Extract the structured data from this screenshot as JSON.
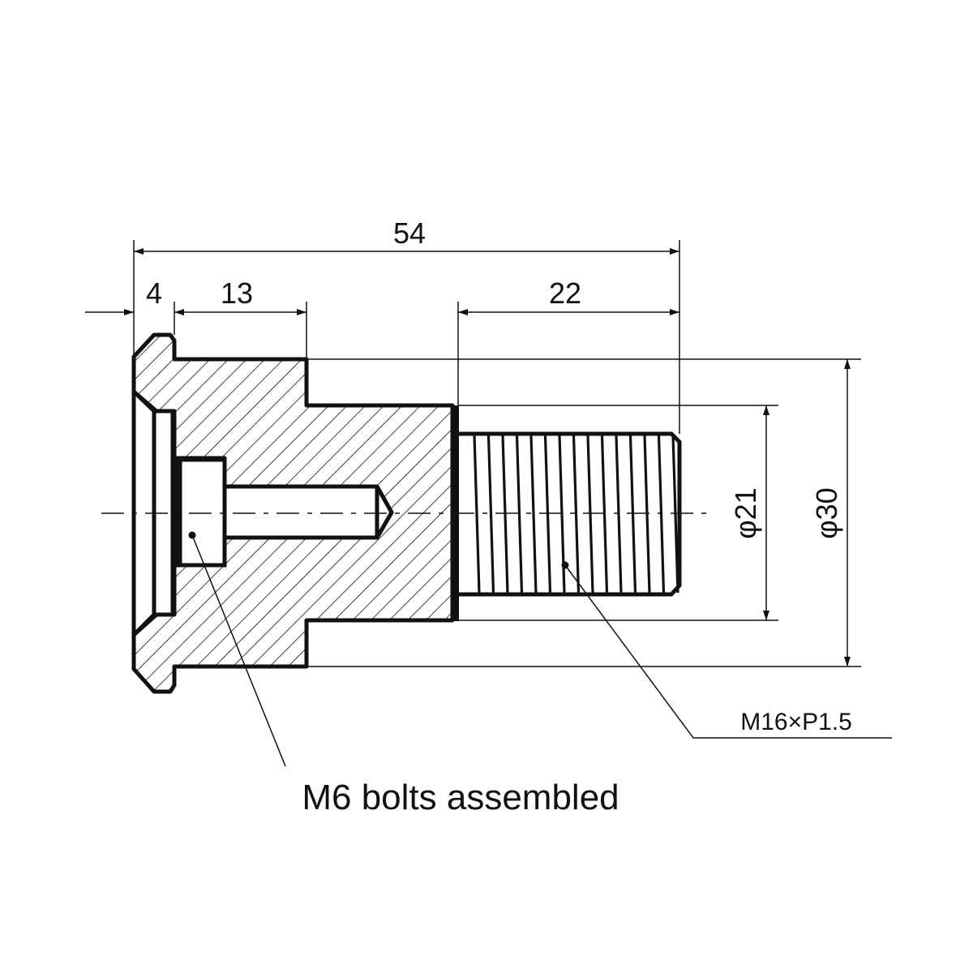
{
  "dimensions": {
    "overall_length": "54",
    "flange_thickness": "4",
    "body_length": "13",
    "thread_length": "22",
    "thread_diameter": "φ21",
    "body_diameter": "φ30"
  },
  "callouts": {
    "thread_spec": "M16×P1.5",
    "bolt_note": "M6 bolts assembled"
  },
  "colors": {
    "line": "#111111",
    "background": "#ffffff"
  }
}
